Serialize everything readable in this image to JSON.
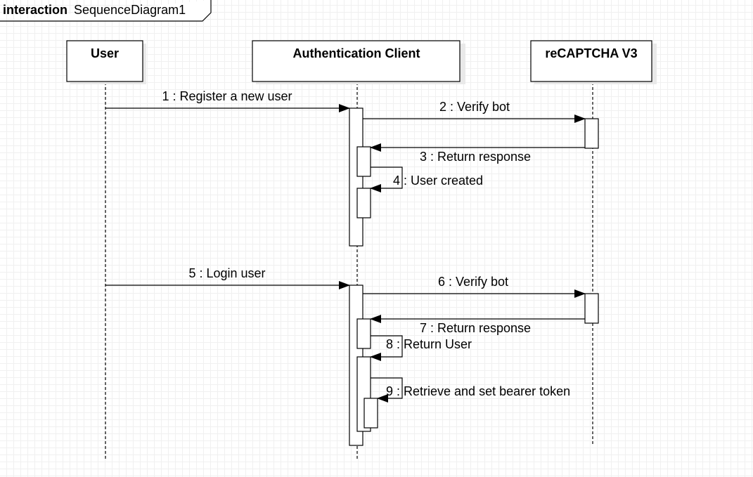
{
  "frame": {
    "keyword": "interaction",
    "name": "SequenceDiagram1"
  },
  "lifelines": [
    {
      "name": "User"
    },
    {
      "name": "Authentication Client"
    },
    {
      "name": "reCAPTCHA V3"
    }
  ],
  "messages": [
    {
      "label": "1 : Register a new user"
    },
    {
      "label": "2 : Verify bot"
    },
    {
      "label": "3 : Return response"
    },
    {
      "label": "4 : User created"
    },
    {
      "label": "5 : Login user"
    },
    {
      "label": "6 : Verify bot"
    },
    {
      "label": "7 : Return response"
    },
    {
      "label": "8 : Return User"
    },
    {
      "label": "9 : Retrieve and set bearer token"
    }
  ],
  "colors": {
    "line": "#000000",
    "box_fill": "#ffffff",
    "shadow": "#e9e9e9",
    "grid": "#f0f0f0"
  }
}
